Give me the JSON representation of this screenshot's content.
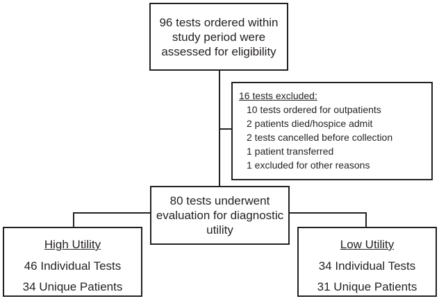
{
  "top_box": {
    "lines": [
      "96 tests ordered within",
      "study period were",
      "assessed for eligibility"
    ]
  },
  "excluded_box": {
    "title": "16 tests excluded:",
    "items": [
      "10  tests ordered for outpatients",
      "2 patients died/hospice admit",
      "2 tests cancelled before collection",
      "1 patient transferred",
      "1 excluded for other reasons"
    ]
  },
  "evaluation_box": {
    "lines": [
      "80 tests underwent",
      "evaluation for diagnostic",
      "utility"
    ]
  },
  "high_utility_box": {
    "heading": "High Utility",
    "tests": "46 Individual Tests",
    "patients": "34 Unique Patients"
  },
  "low_utility_box": {
    "heading": "Low Utility",
    "tests": "34 Individual Tests",
    "patients": "31 Unique Patients"
  }
}
